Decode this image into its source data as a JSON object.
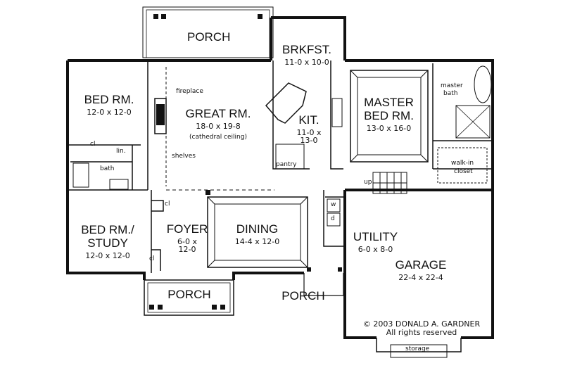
{
  "rooms": {
    "porch_top": {
      "name": "PORCH"
    },
    "brkfst": {
      "name": "BRKFST.",
      "dim": "11-0 x 10-0"
    },
    "bed1": {
      "name": "BED RM.",
      "dim": "12-0 x 12-0"
    },
    "great": {
      "name": "GREAT RM.",
      "dim": "18-0 x 19-8",
      "note": "(cathedral ceiling)"
    },
    "kit": {
      "name": "KIT.",
      "dim": "11-0 x",
      "dim2": "13-0"
    },
    "master": {
      "name": "MASTER",
      "name2": "BED RM.",
      "dim": "13-0 x 16-0"
    },
    "bed2": {
      "name": "BED RM./",
      "name2": "STUDY",
      "dim": "12-0 x 12-0"
    },
    "foyer": {
      "name": "FOYER",
      "dim": "6-0 x",
      "dim2": "12-0"
    },
    "dining": {
      "name": "DINING",
      "dim": "14-4 x 12-0"
    },
    "utility": {
      "name": "UTILITY",
      "dim": "6-0 x 8-0"
    },
    "garage": {
      "name": "GARAGE",
      "dim": "22-4 x 22-4"
    },
    "porch_front": {
      "name": "PORCH"
    },
    "porch_side": {
      "name": "PORCH"
    }
  },
  "small_labels": {
    "fireplace": "fireplace",
    "shelves": "shelves",
    "cl1": "cl",
    "lin": "lin.",
    "bath": "bath",
    "cl2": "cl",
    "cl3": "cl",
    "pantry": "pantry",
    "up": "up",
    "w": "w",
    "d": "d",
    "master_bath_1": "master",
    "master_bath_2": "bath",
    "walkin_1": "walk-in",
    "walkin_2": "closet",
    "storage": "storage"
  },
  "copyright": {
    "line1": "© 2003 DONALD A. GARDNER",
    "line2": "All rights reserved"
  }
}
